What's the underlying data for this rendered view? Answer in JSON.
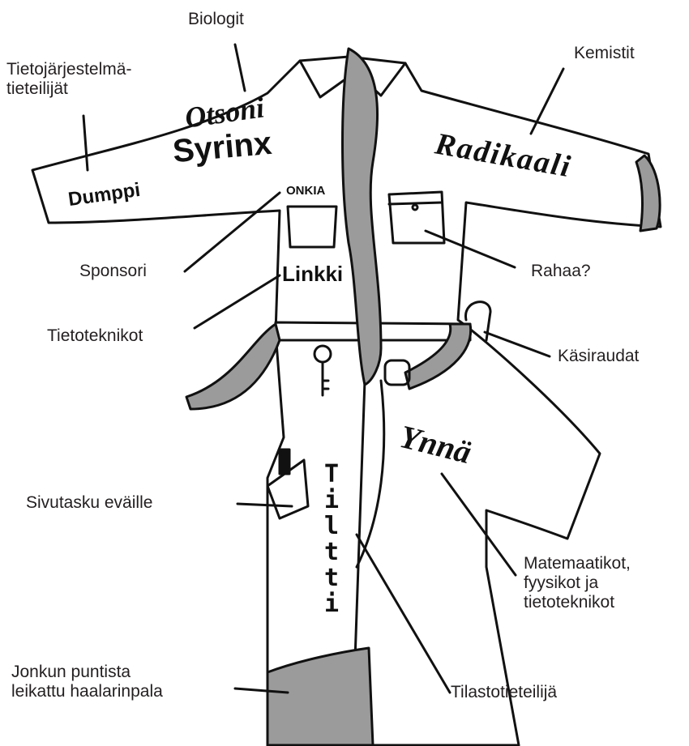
{
  "colors": {
    "outline": "#111111",
    "gray": "#9b9b9b",
    "suit": "#ffffff",
    "text": "#231f20"
  },
  "labels": {
    "biologit": "Biologit",
    "tietojarjestelma": "Tietojärjestelmä-\ntieteilijät",
    "kemistit": "Kemistit",
    "sponsori": "Sponsori",
    "rahaa": "Rahaa?",
    "tietoteknikot": "Tietoteknikot",
    "kasiraudat": "Käsiraudat",
    "sivutasku": "Sivutasku eväille",
    "matemaatikot": "Matemaatikot,\nfyysikot ja\ntietoteknikot",
    "jonkun": "Jonkun puntista\nleikattu haalarinpala",
    "tilasto": "Tilastotieteilijä"
  },
  "brands": {
    "otsoni": "Otsoni",
    "syrinx": "Syrinx",
    "radikaali": "Radikaali",
    "dumppi": "Dumppi",
    "onkia": "ONKIA",
    "linkki": "Linkki",
    "ynna": "Ynnä",
    "tiltti": "Tiltti"
  },
  "icons": [
    "overall-outline",
    "gray-tie",
    "key-icon",
    "handcuffs-icon",
    "belt-buckle-icon",
    "pen-icon"
  ]
}
